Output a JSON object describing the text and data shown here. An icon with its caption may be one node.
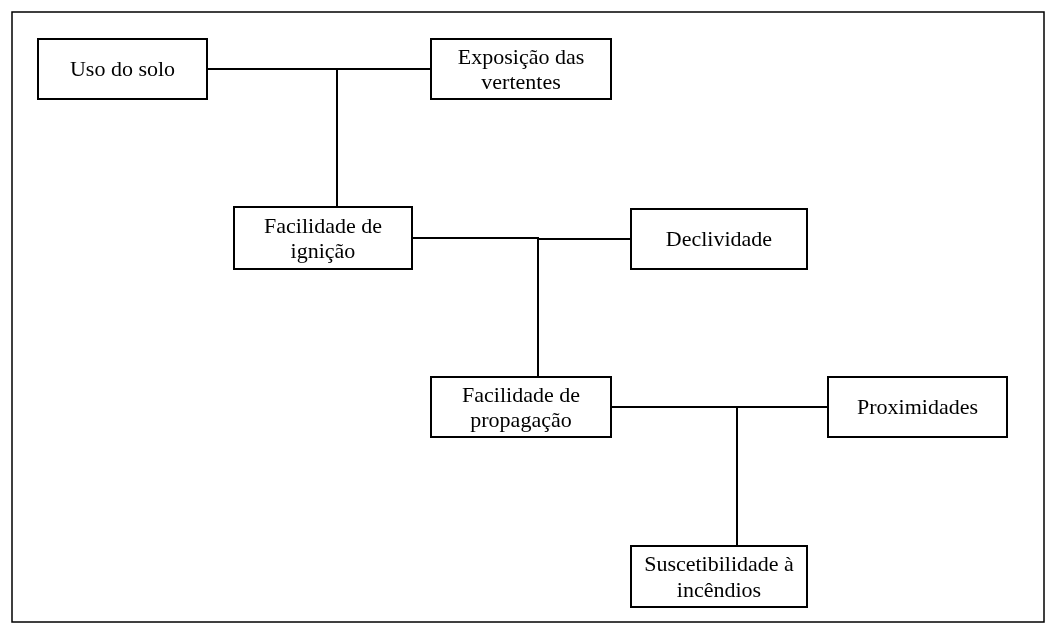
{
  "diagram": {
    "nodes": [
      {
        "text": [
          "Uso do solo"
        ]
      },
      {
        "text": [
          "Exposição das vertentes"
        ]
      },
      {
        "text": [
          "Facilidade de ignição"
        ]
      },
      {
        "text": [
          "Declividade"
        ]
      },
      {
        "text": [
          "Facilidade de propagação"
        ]
      },
      {
        "text": [
          "Proximidades"
        ]
      },
      {
        "text": [
          "Suscetibilidade à incêndios"
        ]
      }
    ],
    "edges": [
      {
        "from": 0,
        "to": 2,
        "arrow": "none"
      },
      {
        "from": 1,
        "to": 2,
        "arrow": "none"
      },
      {
        "from": 2,
        "to": 4,
        "arrow": "none"
      },
      {
        "from": 3,
        "to": 4,
        "arrow": "none"
      },
      {
        "from": 4,
        "to": 6,
        "arrow": "none"
      },
      {
        "from": 5,
        "to": 6,
        "arrow": "none"
      }
    ]
  }
}
